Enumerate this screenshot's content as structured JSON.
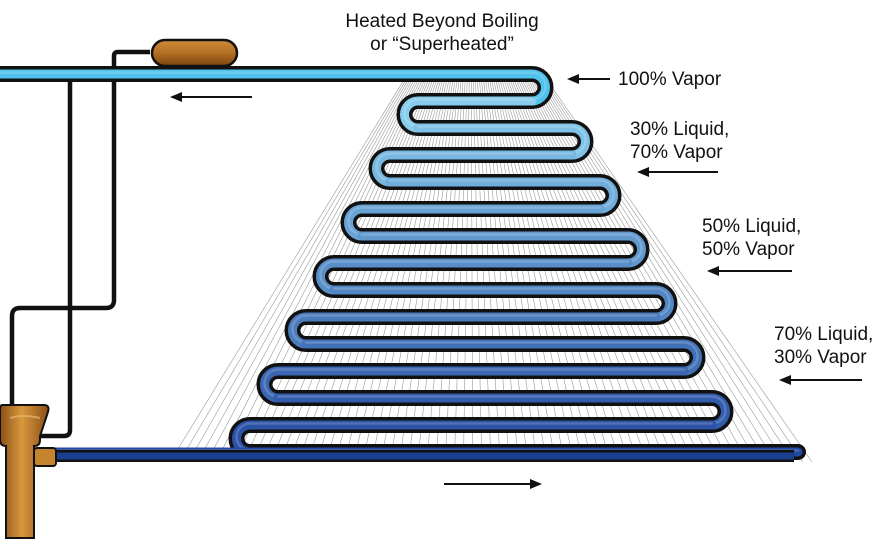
{
  "labels": {
    "title_line1": "Heated Beyond Boiling",
    "title_line2": "or “Superheated”",
    "state_100_vapor": "100% Vapor",
    "state_30l_line1": "30% Liquid,",
    "state_30l_line2": "70% Vapor",
    "state_50l_line1": "50% Liquid,",
    "state_50l_line2": "50% Vapor",
    "state_70l_line1": "70% Liquid,",
    "state_70l_line2": "30% Vapor"
  },
  "colors": {
    "vapor_pipe": "#4fc3ec",
    "liquid_pipe": "#1a3f8f",
    "coil_top": "#8fd6f2",
    "coil_bottom": "#2348a0",
    "tube_outline": "#111111",
    "bulb_brass": "#b36f23",
    "valve_brass": "#c4852e",
    "fin_lines": "#9a9a9a",
    "arrow": "#111111"
  },
  "icons": {
    "flow_arrow_left": "arrow-left-icon",
    "flow_arrow_right": "arrow-right-icon",
    "state_arrow": "arrow-left-icon"
  }
}
